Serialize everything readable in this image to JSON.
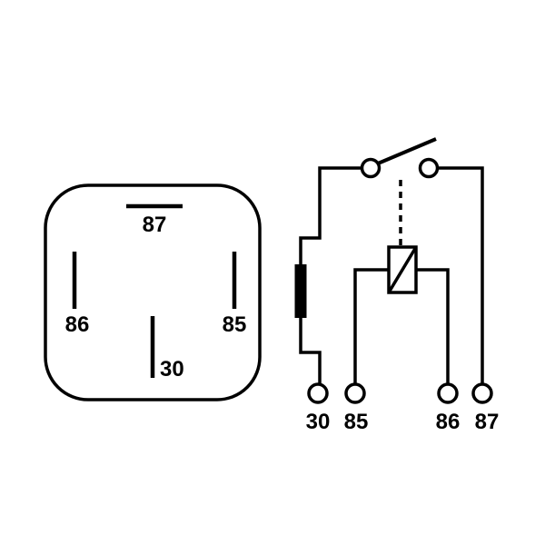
{
  "colors": {
    "line": "#000000",
    "background": "#ffffff"
  },
  "relay_base": {
    "pin_top": "87",
    "pin_left": "86",
    "pin_right": "85",
    "pin_bottom": "30"
  },
  "schematic": {
    "terminals": [
      "30",
      "85",
      "86",
      "87"
    ]
  }
}
